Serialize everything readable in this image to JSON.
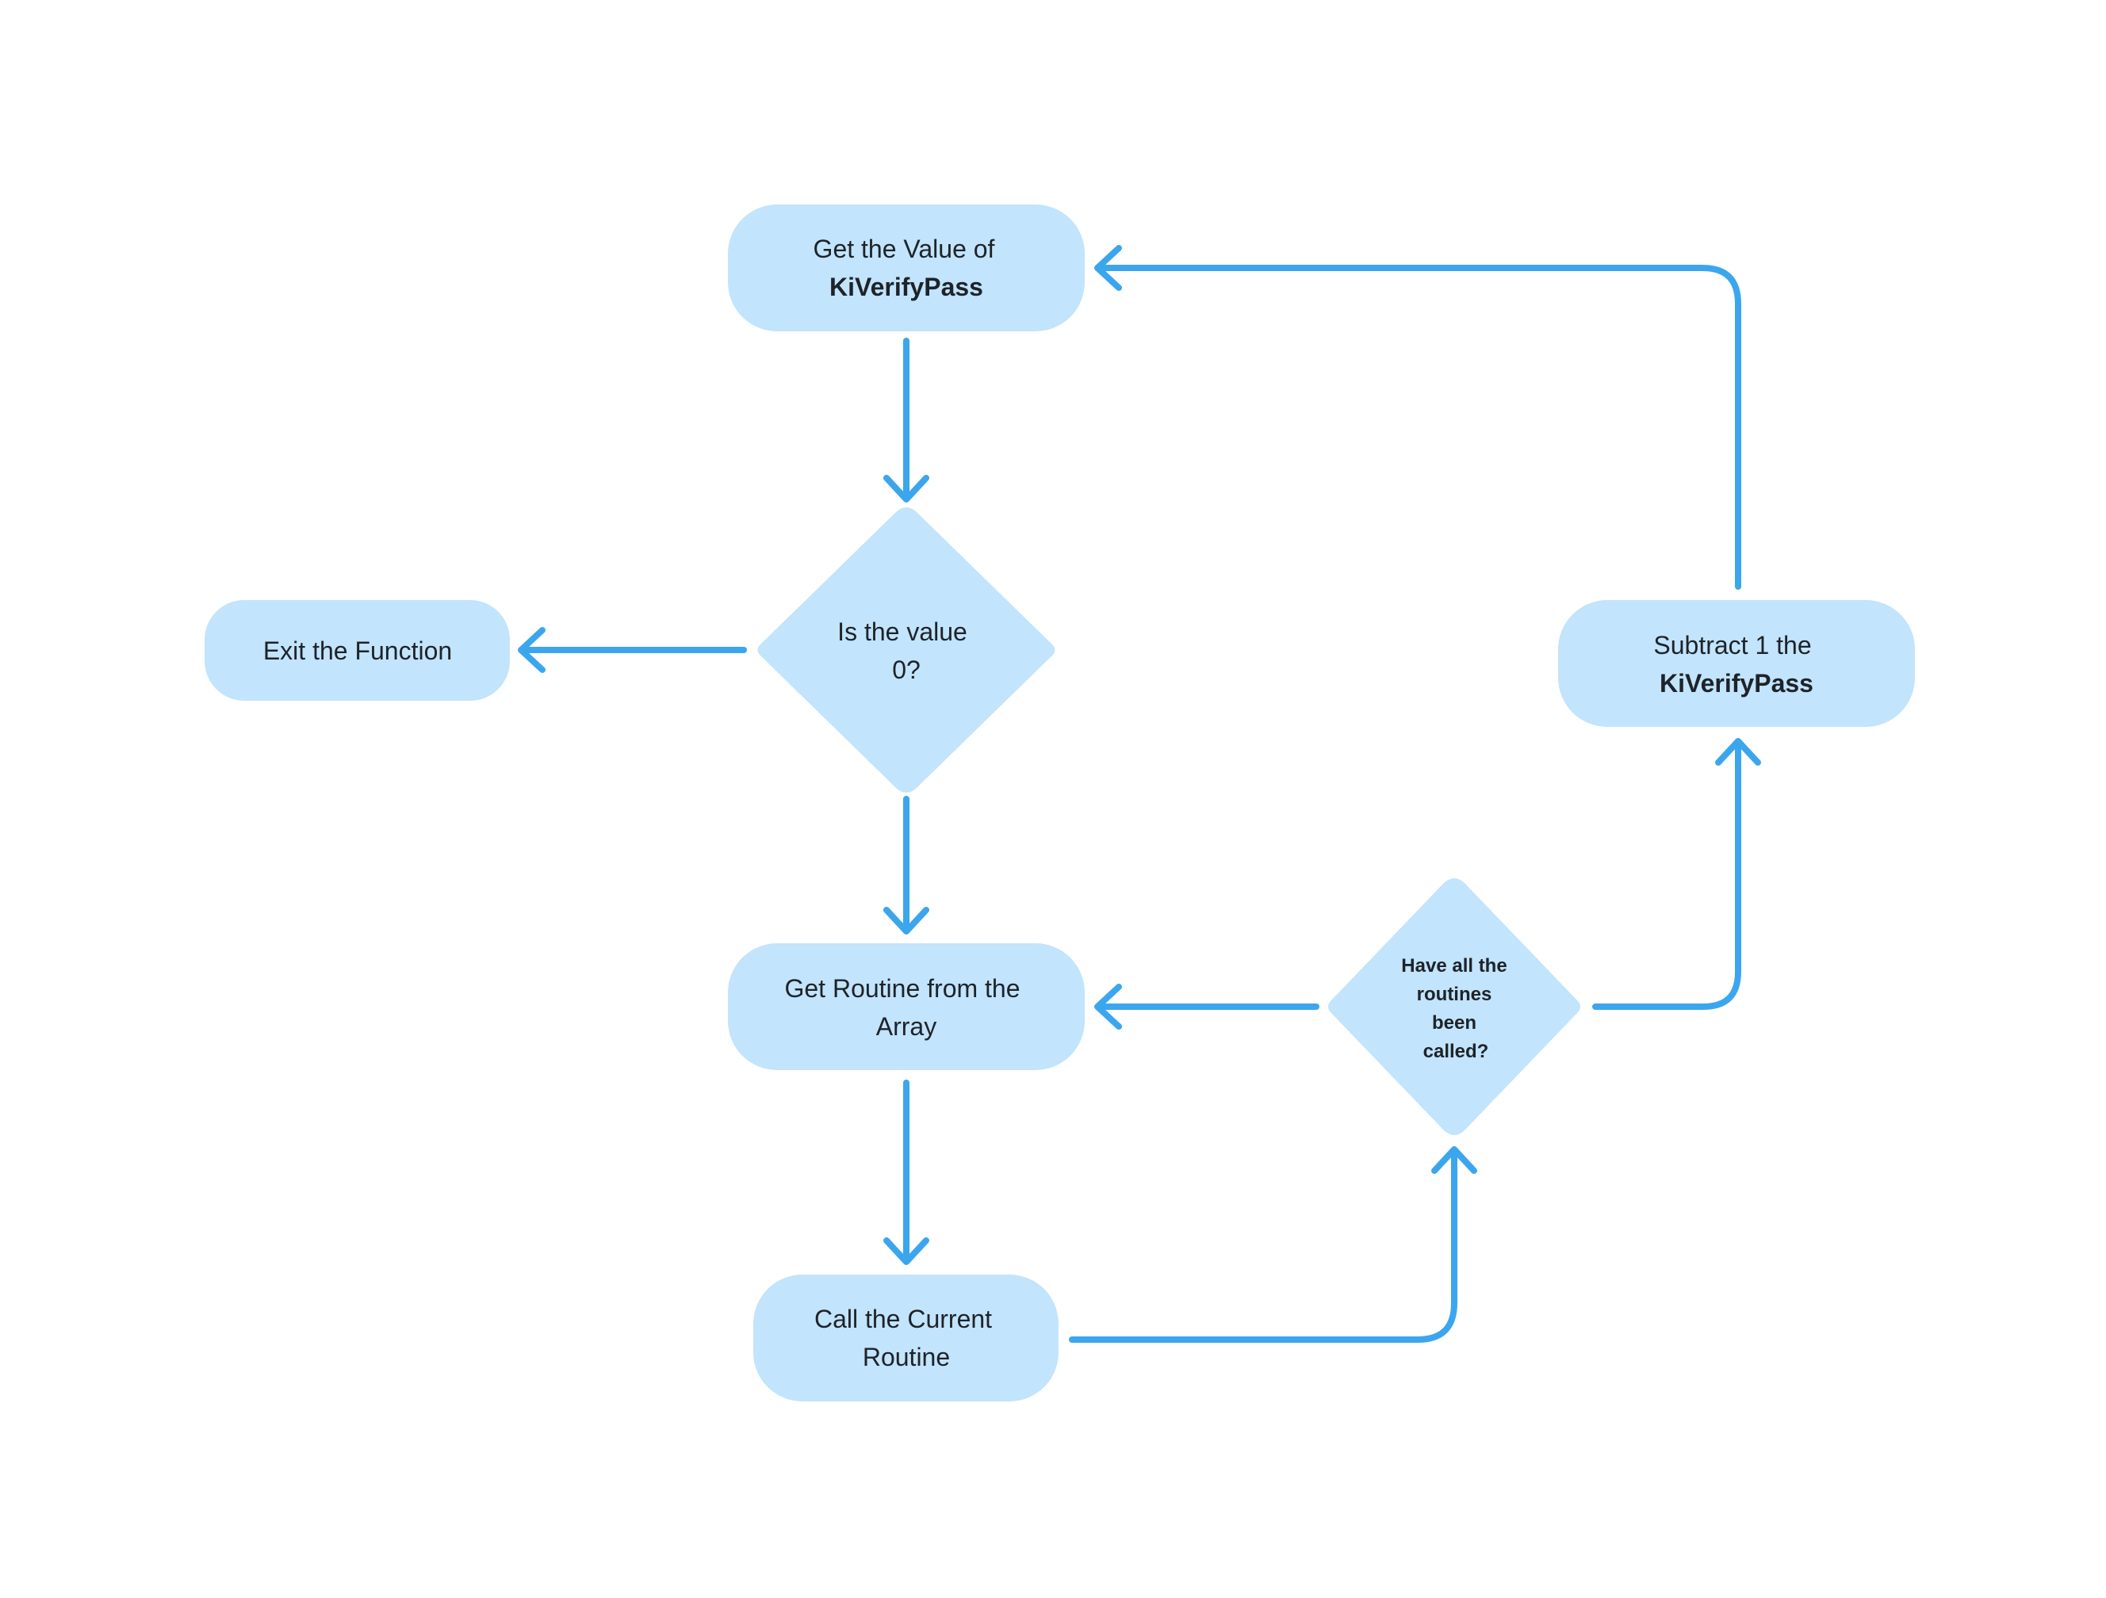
{
  "diagram": {
    "colors": {
      "node_fill": "#c2e4fc",
      "connector": "#3ba6ee",
      "text": "#1e2329"
    },
    "nodes": {
      "get_value": {
        "shape": "rounded-rectangle",
        "line1": "Get the Value of",
        "line2": "KiVerifyPass"
      },
      "is_zero": {
        "shape": "diamond",
        "line1": "Is the value",
        "line2": "0?"
      },
      "exit": {
        "shape": "rounded-rectangle",
        "line1": "Exit the Function"
      },
      "get_routine": {
        "shape": "rounded-rectangle",
        "line1": "Get Routine from the",
        "line2": "Array"
      },
      "call_routine": {
        "shape": "rounded-rectangle",
        "line1": "Call the Current",
        "line2": "Routine"
      },
      "all_called": {
        "shape": "diamond",
        "line1": "Have all the",
        "line2": "routines",
        "line3": "been",
        "line4": "called?"
      },
      "subtract": {
        "shape": "rounded-rectangle",
        "line1": "Subtract 1 the",
        "line2": "KiVerifyPass"
      }
    },
    "edges": [
      {
        "from": "get_value",
        "to": "is_zero"
      },
      {
        "from": "is_zero",
        "to": "exit"
      },
      {
        "from": "is_zero",
        "to": "get_routine"
      },
      {
        "from": "get_routine",
        "to": "call_routine"
      },
      {
        "from": "call_routine",
        "to": "all_called"
      },
      {
        "from": "all_called",
        "to": "get_routine"
      },
      {
        "from": "all_called",
        "to": "subtract"
      },
      {
        "from": "subtract",
        "to": "get_value"
      }
    ]
  }
}
